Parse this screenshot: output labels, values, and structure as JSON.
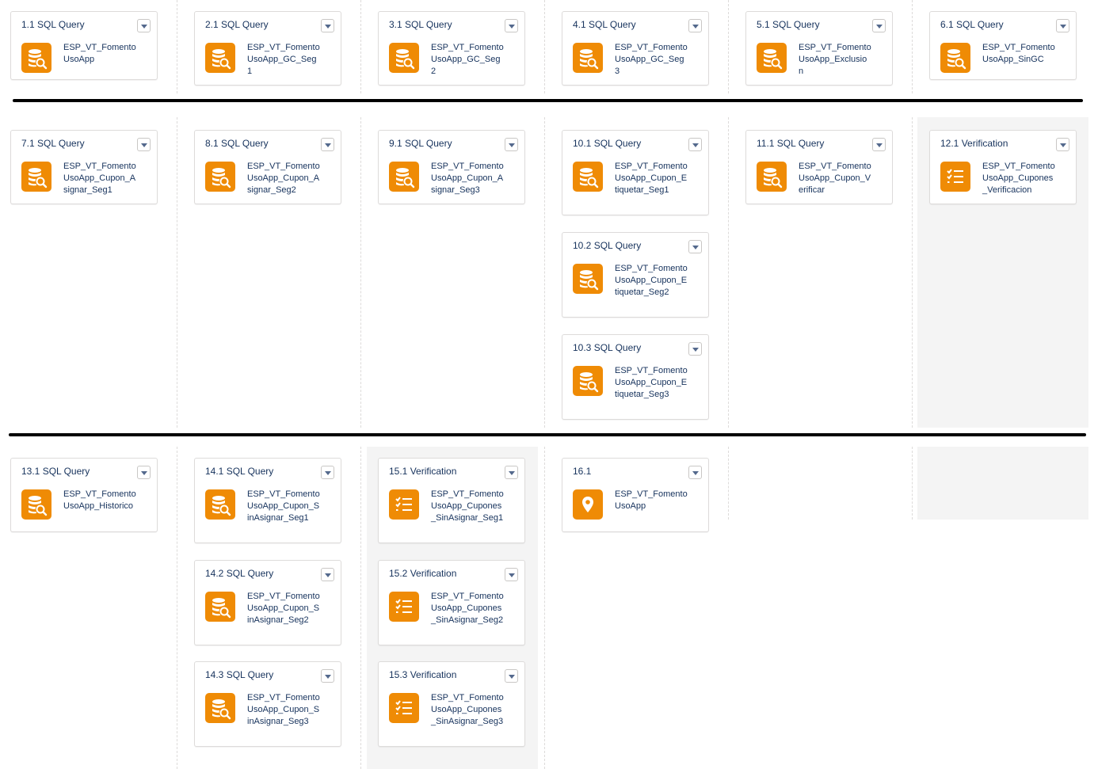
{
  "cards": [
    {
      "title": "1.1 SQL Query",
      "name": "ESP_VT_FomentoUsoApp",
      "icon": "sql-query-icon"
    },
    {
      "title": "2.1 SQL Query",
      "name": "ESP_VT_FomentoUsoApp_GC_Seg1",
      "icon": "sql-query-icon"
    },
    {
      "title": "3.1 SQL Query",
      "name": "ESP_VT_FomentoUsoApp_GC_Seg2",
      "icon": "sql-query-icon"
    },
    {
      "title": "4.1 SQL Query",
      "name": "ESP_VT_FomentoUsoApp_GC_Seg3",
      "icon": "sql-query-icon"
    },
    {
      "title": "5.1 SQL Query",
      "name": "ESP_VT_FomentoUsoApp_Exclusion",
      "icon": "sql-query-icon"
    },
    {
      "title": "6.1 SQL Query",
      "name": "ESP_VT_FomentoUsoApp_SinGC",
      "icon": "sql-query-icon"
    },
    {
      "title": "7.1 SQL Query",
      "name": "ESP_VT_FomentoUsoApp_Cupon_Asignar_Seg1",
      "icon": "sql-query-icon"
    },
    {
      "title": "8.1 SQL Query",
      "name": "ESP_VT_FomentoUsoApp_Cupon_Asignar_Seg2",
      "icon": "sql-query-icon"
    },
    {
      "title": "9.1 SQL Query",
      "name": "ESP_VT_FomentoUsoApp_Cupon_Asignar_Seg3",
      "icon": "sql-query-icon"
    },
    {
      "title": "10.1 SQL Query",
      "name": "ESP_VT_FomentoUsoApp_Cupon_Etiquetar_Seg1",
      "icon": "sql-query-icon"
    },
    {
      "title": "10.2 SQL Query",
      "name": "ESP_VT_FomentoUsoApp_Cupon_Etiquetar_Seg2",
      "icon": "sql-query-icon"
    },
    {
      "title": "10.3 SQL Query",
      "name": "ESP_VT_FomentoUsoApp_Cupon_Etiquetar_Seg3",
      "icon": "sql-query-icon"
    },
    {
      "title": "11.1 SQL Query",
      "name": "ESP_VT_FomentoUsoApp_Cupon_Verificar",
      "icon": "sql-query-icon"
    },
    {
      "title": "12.1 Verification",
      "name": "ESP_VT_FomentoUsoApp_Cupones_Verificacion",
      "icon": "verification-icon"
    },
    {
      "title": "13.1 SQL Query",
      "name": "ESP_VT_FomentoUsoApp_Historico",
      "icon": "sql-query-icon"
    },
    {
      "title": "14.1 SQL Query",
      "name": "ESP_VT_FomentoUsoApp_Cupon_SinAsignar_Seg1",
      "icon": "sql-query-icon"
    },
    {
      "title": "14.2 SQL Query",
      "name": "ESP_VT_FomentoUsoApp_Cupon_SinAsignar_Seg2",
      "icon": "sql-query-icon"
    },
    {
      "title": "14.3 SQL Query",
      "name": "ESP_VT_FomentoUsoApp_Cupon_SinAsignar_Seg3",
      "icon": "sql-query-icon"
    },
    {
      "title": "15.1 Verification",
      "name": "ESP_VT_FomentoUsoApp_Cupones_SinAsignar_Seg1",
      "icon": "verification-icon"
    },
    {
      "title": "15.2 Verification",
      "name": "ESP_VT_FomentoUsoApp_Cupones_SinAsignar_Seg2",
      "icon": "verification-icon"
    },
    {
      "title": "15.3 Verification",
      "name": "ESP_VT_FomentoUsoApp_Cupones_SinAsignar_Seg3",
      "icon": "verification-icon"
    },
    {
      "title": "16.1",
      "name": "ESP_VT_FomentoUsoApp",
      "icon": "location-pin-icon"
    }
  ],
  "colors": {
    "icon_tile": "#ef8b05",
    "title_text": "#16325c",
    "separator": "#000000",
    "highlight_column": "#f4f4f4"
  }
}
